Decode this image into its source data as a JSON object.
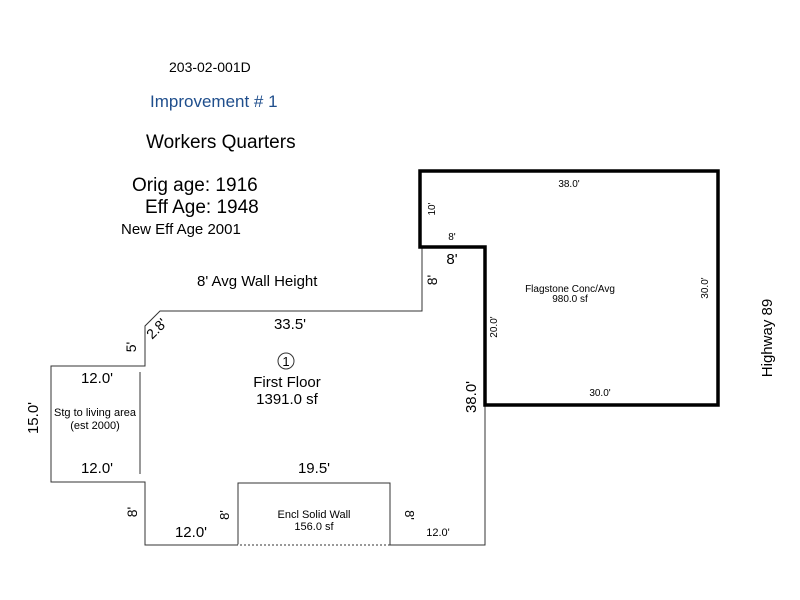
{
  "header": {
    "parcel_id": "203-02-001D",
    "improvement_label": "Improvement # 1",
    "improvement_color": "#1f4e8c",
    "building_name": "Workers Quarters",
    "orig_age": "Orig age: 1916",
    "eff_age": "Eff Age: 1948",
    "new_eff_age": "New Eff Age 2001"
  },
  "sketch": {
    "wall_height": "8' Avg Wall Height",
    "road": "Highway 89",
    "first_floor": {
      "marker": "1",
      "name": "First Floor",
      "area": "1391.0 sf",
      "dims": {
        "top": "33.5'",
        "diag": "2.8'",
        "left_short": "5'",
        "left_top_width": "12.0'",
        "left_height": "15.0'",
        "left_bottom_width": "12.0'",
        "left_lower": "8'",
        "bottom_left": "12.0'",
        "notch_left": "8'",
        "notch_top": "19.5'",
        "notch_right": "8'",
        "bottom_right": "12.0'",
        "right": "38.0'",
        "upper_step": "8'",
        "step_horizontal": "8'"
      },
      "stair_note_line1": "Stg to living area",
      "stair_note_line2": "(est 2000)"
    },
    "flagstone": {
      "name": "Flagstone Conc/Avg",
      "area": "980.0 sf",
      "dims": {
        "top": "38.0'",
        "right": "30.0'",
        "bottom": "30.0'",
        "left_lower": "20.0'",
        "left_upper": "10'",
        "step": "8'"
      }
    },
    "enclosed": {
      "name": "Encl Solid Wall",
      "area": "156.0 sf"
    }
  }
}
